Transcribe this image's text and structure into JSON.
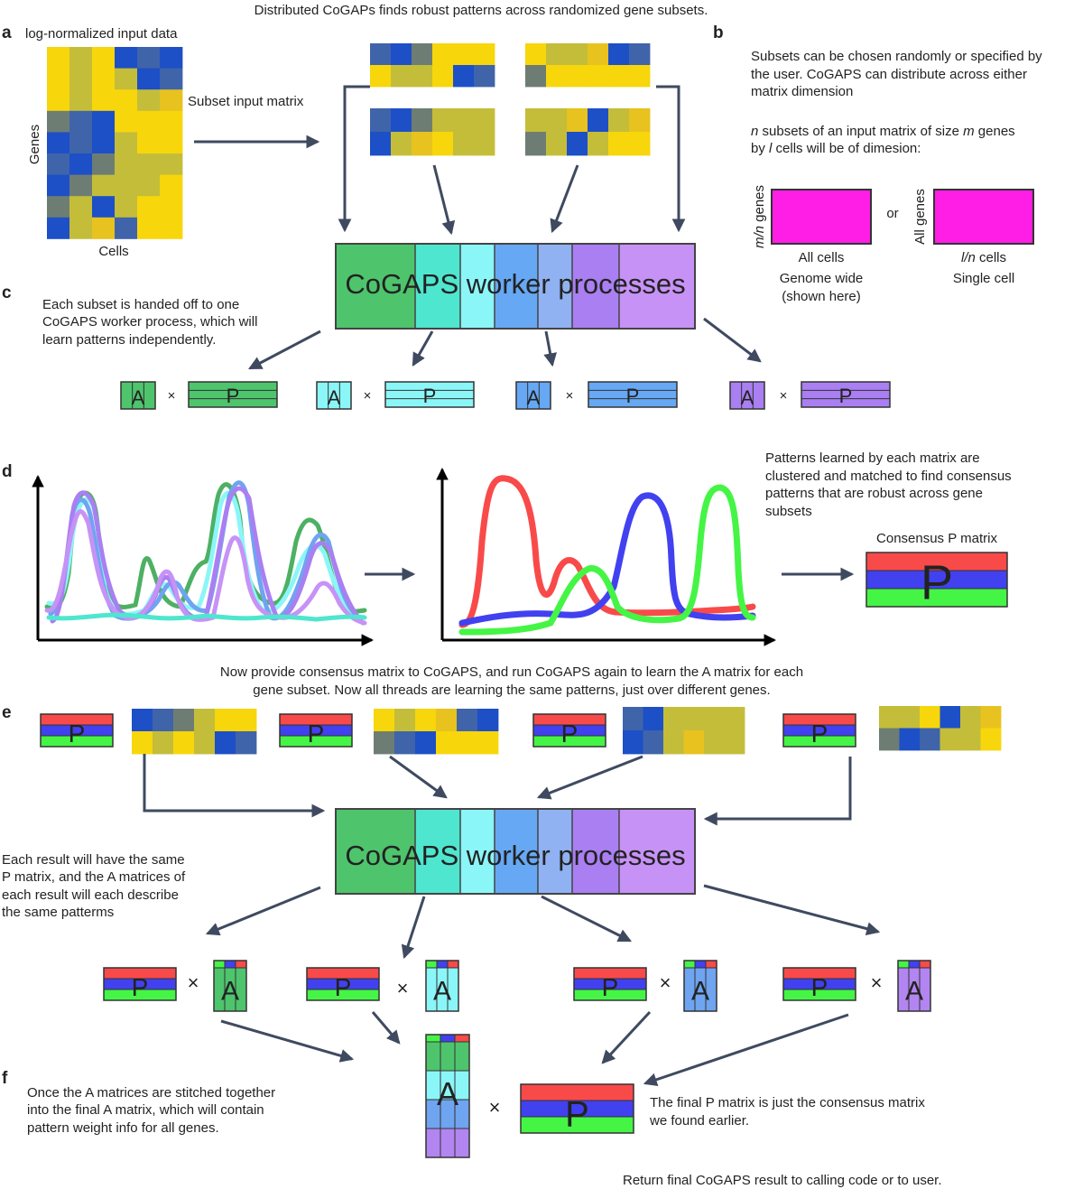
{
  "title": "Distributed CoGAPs finds robust patterns across randomized gene subsets.",
  "panels": {
    "a": "a",
    "b": "b",
    "c": "c",
    "d": "d",
    "e": "e",
    "f": "f"
  },
  "colors": {
    "yellow": "#f7d60c",
    "olive": "#c4bd3a",
    "gold": "#e8c21e",
    "blue": "#1d4fc6",
    "steel": "#3f64aa",
    "gray": "#6e7d73",
    "magenta": "#ff1ee6",
    "arrow": "#3f4a60",
    "green": "#4ec46d",
    "teal": "#4fe6cf",
    "cyan": "#8bf6f8",
    "sky": "#66a8f4",
    "periwinkle": "#90b2f2",
    "violet": "#a97ff2",
    "lavender": "#c792f6",
    "red": "#f94a4a",
    "pblue": "#4141f0",
    "lime": "#45f545",
    "A_green": "#4ec46d",
    "A_cyan": "#8bf6f8",
    "A_blue": "#6fa4f0",
    "A_purple": "#b285f0"
  },
  "panel_a": {
    "heading": "log-normalized input data",
    "y_label": "Genes",
    "x_label": "Cells",
    "subset_label": "Subset input matrix"
  },
  "panel_b": {
    "line1": "Subsets can be chosen randomly or specified by",
    "line2": "the user. CoGAPS can distribute across either",
    "line3": "matrix dimension",
    "dim_line1": "subsets of an input matrix of size",
    "dim_n": "n",
    "dim_m": "m",
    "dim_genes": "genes",
    "dim_line2_by": "by",
    "dim_l": "l",
    "dim_line2_rest": "cells will be of dimesion:",
    "or": "or",
    "left_side_italic": "m/n",
    "left_side_rest": " genes",
    "left_bottom": "All cells",
    "left_caption1": "Genome wide",
    "left_caption2": "(shown here)",
    "right_side": "All genes",
    "right_bottom_italic": "l/n",
    "right_bottom_rest": " cells",
    "right_caption": "Single cell"
  },
  "worker_label": "CoGAPS worker processes",
  "panel_c": {
    "line1": "Each subset is handed off to one",
    "line2": "CoGAPS worker process, which will",
    "line3": "learn patterns independently."
  },
  "matrix_labels": {
    "A": "A",
    "P": "P",
    "times": "×"
  },
  "panel_d": {
    "line1": "Patterns learned by each matrix are",
    "line2": "clustered and matched to find consensus",
    "line3": "patterns that are robust across gene",
    "line4": "subsets",
    "consensus_label": "Consensus P matrix"
  },
  "panel_e": {
    "intro1": "Now provide consensus matrix to CoGAPS, and run CoGAPS again to learn the A matrix for each",
    "intro2": "gene subset. Now all threads are learning the same patterns, just over different genes.",
    "result1": "Each result will have the same",
    "result2": "P matrix, and the A matrices of",
    "result3": "each result will each describe",
    "result4": "the same patterms"
  },
  "panel_f": {
    "left1": "Once the A matrices are stitched together",
    "left2": "into the final A matrix, which will contain",
    "left3": "pattern weight info for all genes.",
    "right1": "The final P matrix is just the consensus matrix",
    "right2": "we found earlier.",
    "footer": "Return final CoGAPS result to calling code or to user."
  }
}
